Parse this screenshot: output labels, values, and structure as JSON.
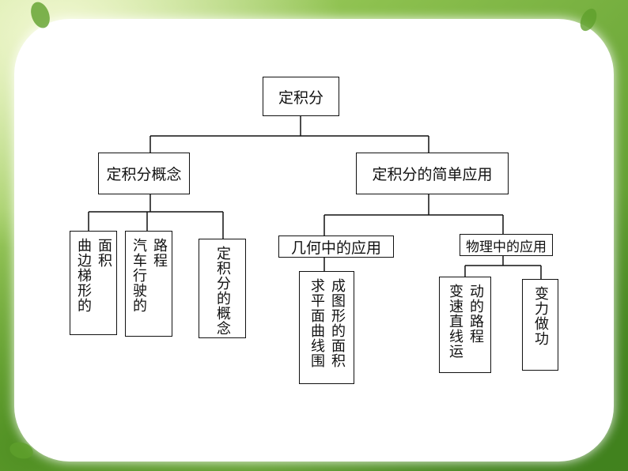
{
  "diagram": {
    "root": "定积分",
    "branch_left": "定积分概念",
    "branch_right": "定积分的简单应用",
    "concept_items": [
      [
        "面积",
        "曲边梯形的"
      ],
      [
        "路程",
        "汽车行驶的"
      ],
      [
        "定积分的概念"
      ]
    ],
    "app_geometry": "几何中的应用",
    "app_physics": "物理中的应用",
    "geometry_items": [
      [
        "成图形的面积",
        "求平面曲线围"
      ]
    ],
    "physics_items": [
      [
        "动的路程",
        "变速直线运"
      ],
      [
        "变力做功"
      ]
    ]
  },
  "colors": {
    "background_green": "#6ea93a",
    "frame": "#ffffff",
    "line": "#111111"
  }
}
